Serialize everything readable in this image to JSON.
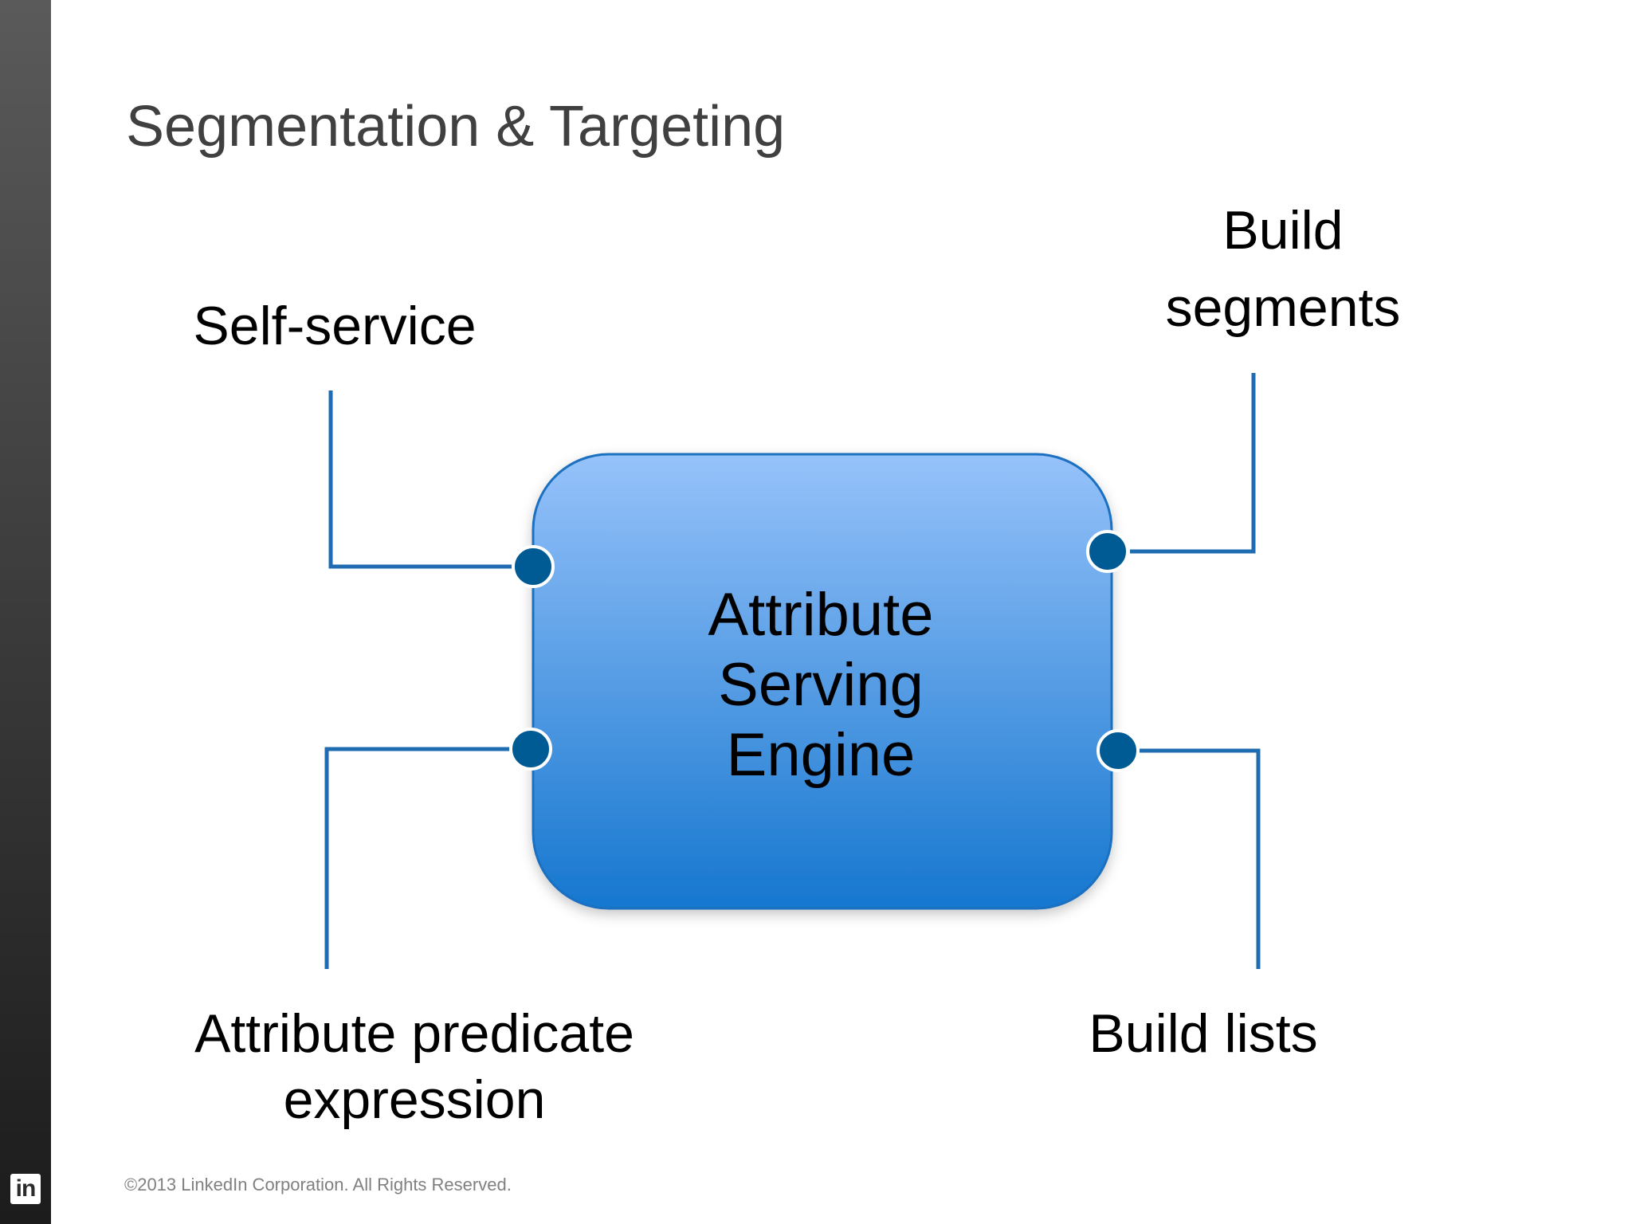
{
  "slide": {
    "title": "Segmentation & Targeting",
    "footer": "©2013 LinkedIn Corporation. All Rights Reserved.",
    "logo_text": "in"
  },
  "diagram": {
    "center": {
      "lines": [
        "Attribute",
        "Serving",
        "Engine"
      ]
    },
    "labels": {
      "self_service": [
        "Self-service"
      ],
      "build_segments": [
        "Build",
        "segments"
      ],
      "predicate": [
        "Attribute predicate",
        "expression"
      ],
      "build_lists": [
        "Build lists"
      ]
    }
  },
  "colors": {
    "connector": "#1f6db0",
    "node_fill": "#005b94",
    "box_top": "#96c2fa",
    "box_bottom": "#1677cf",
    "box_border": "#1a6fc0",
    "title_text": "#404040",
    "footer_text": "#808080"
  }
}
